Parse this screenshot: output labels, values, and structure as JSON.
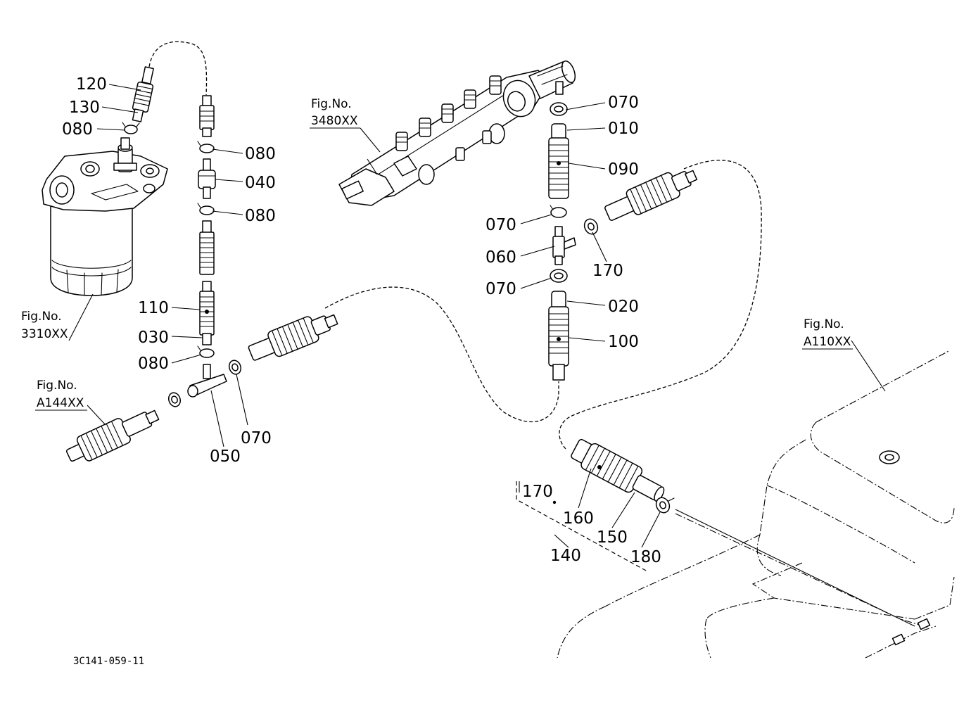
{
  "parts": {
    "p120": "120",
    "p130": "130",
    "p080_a": "080",
    "p080_b": "080",
    "p040": "040",
    "p080_c": "080",
    "p110": "110",
    "p030": "030",
    "p080_d": "080",
    "p050": "050",
    "p070_a": "070",
    "p070_b": "070",
    "p010": "010",
    "p090": "090",
    "p070_c": "070",
    "p060": "060",
    "p170_a": "170",
    "p070_d": "070",
    "p020": "020",
    "p100": "100",
    "p170_b": "170",
    "p160": "160",
    "p150": "150",
    "p140": "140",
    "p180": "180"
  },
  "figure_refs": {
    "fig3480": {
      "label": "Fig.No.",
      "code": "3480XX"
    },
    "fig3310": {
      "label": "Fig.No.",
      "code": "3310XX"
    },
    "figA144": {
      "label": "Fig.No.",
      "code": "A144XX"
    },
    "figA110": {
      "label": "Fig.No.",
      "code": "A110XX"
    }
  },
  "drawing_code": "3C141-059-11"
}
